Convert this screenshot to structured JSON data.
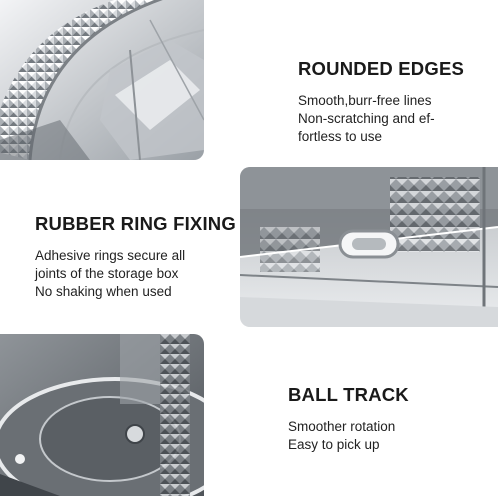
{
  "features": [
    {
      "heading": "ROUNDED EDGES",
      "lines": [
        "Smooth,burr-free lines",
        "Non-scratching and ef-",
        "fortless to use"
      ]
    },
    {
      "heading": "RUBBER RING FIXING",
      "lines": [
        "Adhesive rings secure all",
        "joints of the storage box",
        "No shaking when used"
      ]
    },
    {
      "heading": "BALL TRACK",
      "lines": [
        "Smoother rotation",
        "Easy to pick up"
      ]
    }
  ],
  "colors": {
    "background": "#ffffff",
    "text": "#1a1a1a",
    "acrylic": "#c9cdd2",
    "acrylic_dark": "#8b9096"
  }
}
